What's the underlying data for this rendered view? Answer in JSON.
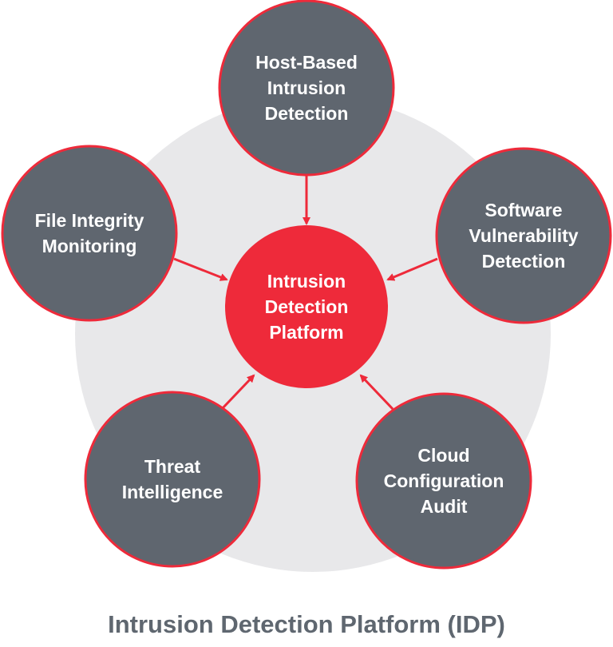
{
  "colors": {
    "accent": "#ee2a3a",
    "node": "#5f666f",
    "backdrop": "#e8e8ea",
    "title": "#5f6770"
  },
  "center": {
    "label": "Intrusion\nDetection\nPlatform"
  },
  "nodes": [
    {
      "label": "Host-Based\nIntrusion\nDetection"
    },
    {
      "label": "Software\nVulnerability\nDetection"
    },
    {
      "label": "Cloud\nConfiguration\nAudit"
    },
    {
      "label": "Threat\nIntelligence"
    },
    {
      "label": "File Integrity\nMonitoring"
    }
  ],
  "title": "Intrusion Detection Platform (IDP)"
}
